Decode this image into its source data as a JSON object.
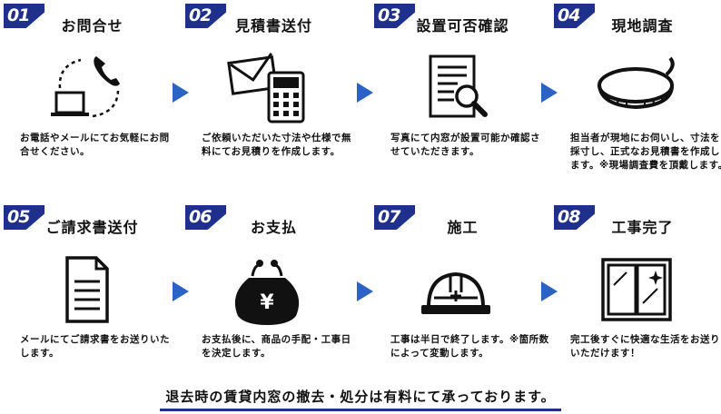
{
  "steps": [
    {
      "number": "01",
      "title": "お問合せ",
      "desc": "お電話やメールにてお気軽にお問合せください。",
      "icon": "phone-computer-icon"
    },
    {
      "number": "02",
      "title": "見積書送付",
      "desc": "ご依頼いただいた寸法や仕様で無料にてお見積りを作成します。",
      "icon": "envelope-calculator-icon"
    },
    {
      "number": "03",
      "title": "設置可否確認",
      "desc": "写真にて内窓が設置可能か確認させていただきます。",
      "icon": "document-magnifier-icon"
    },
    {
      "number": "04",
      "title": "現地調査",
      "desc": "担当者が現地にお伺いし、寸法を採寸し、正式なお見積書を作成します。※現場調査費を頂戴します。",
      "icon": "tape-measure-icon"
    },
    {
      "number": "05",
      "title": "ご請求書送付",
      "desc": "メールにてご請求書をお送りいたします。",
      "icon": "invoice-document-icon"
    },
    {
      "number": "06",
      "title": "お支払",
      "desc": "お支払後に、商品の手配・工事日を決定します。",
      "icon": "yen-purse-icon"
    },
    {
      "number": "07",
      "title": "施工",
      "desc": "工事は半日で終了します。※箇所数によって変動します。",
      "icon": "hard-hat-icon"
    },
    {
      "number": "08",
      "title": "工事完了",
      "desc": "完工後すぐに快適な生活をお送りいただけます！",
      "icon": "window-icon"
    }
  ],
  "footer_note": "退去時の賃貸内窓の撤去・処分は有料にて承っております。",
  "colors": {
    "accent": "#1f2f8c",
    "arrow": "#2a63c4"
  }
}
